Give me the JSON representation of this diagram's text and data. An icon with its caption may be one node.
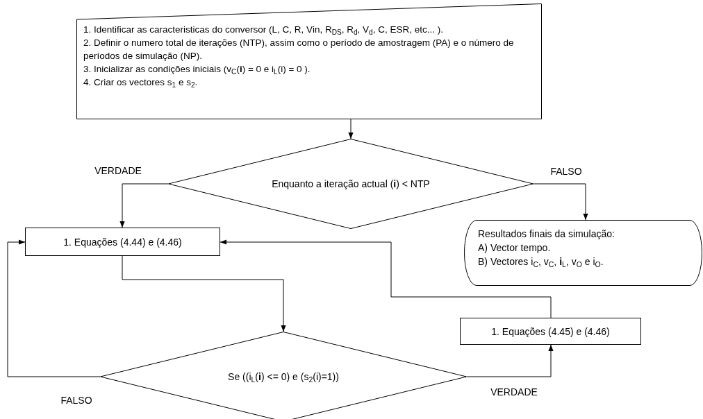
{
  "diagram": {
    "nodes": [
      {
        "text": [
          "1. Identificar as caracteristicas do conversor (L, C, R, Vin, R$_{DS}$, R$_{d}$, V$_{d}$, C, ESR, etc... ).",
          "2. Definir o numero total de iterações (NTP), assim como o período de amostragem (PA) e o número de períodos de simulação (NP).",
          "3. Inicializar as condições iniciais (v$_{C}$(**i**) = 0 e  i$_{L}$(i) = 0 ).",
          "4. Criar os vectores s$_{1}$ e s$_{2}$."
        ]
      },
      {
        "text": [
          "Enquanto a iteração actual (**i**) < NTP"
        ]
      },
      {
        "text": [
          "1. Equações (4.44) e (4.46)"
        ]
      },
      {
        "text": [
          "Resultados finais da simulação:",
          "A) Vector tempo.",
          "B) Vectores i$_{C}$, v$_{C}$, **i**$_{L}$, v$_{O}$ e i$_{O}$."
        ]
      },
      {
        "text": [
          "Se ((i$_{L}$(**i**) <= 0) e (s$_{2}$(i)=1))"
        ]
      },
      {
        "text": [
          "1. Equações (4.45) e (4.46)"
        ]
      }
    ],
    "edges": [
      {
        "from": 0,
        "to": 1,
        "arrow": "to"
      },
      {
        "from": 1,
        "to": 2,
        "arrow": "to",
        "label": "VERDADE"
      },
      {
        "from": 1,
        "to": 3,
        "arrow": "to",
        "label": "FALSO"
      },
      {
        "from": 2,
        "to": 4,
        "arrow": "to"
      },
      {
        "from": 4,
        "to": 2,
        "arrow": "to",
        "label": "FALSO"
      },
      {
        "from": 4,
        "to": 5,
        "arrow": "to",
        "label": "VERDADE"
      },
      {
        "from": 5,
        "to": 2,
        "arrow": "to"
      }
    ]
  }
}
